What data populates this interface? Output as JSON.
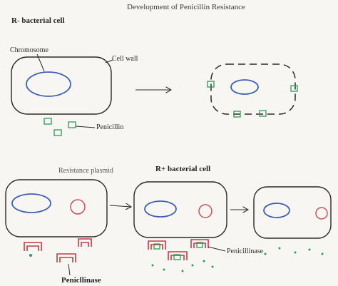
{
  "title": "Development of Penicillin Resistance",
  "sections": {
    "r_minus": "R- bacterial cell",
    "r_plus": "R+ bacterial cell"
  },
  "labels": {
    "chromosome": "Chromosome",
    "cell_wall": "Cell wall",
    "penicillin": "Penicillin",
    "resistance_plasmid": "Resistance plasmid",
    "penicillinase_mid": "Penicillinase",
    "penicillinase_bottom": "Penicllinase"
  },
  "colors": {
    "chromosome": "#3c5fb0",
    "plasmid": "#c8505a",
    "penicillin": "#2f9a55",
    "penicillinase": "#c23a48",
    "outline": "#2a2a2a"
  }
}
